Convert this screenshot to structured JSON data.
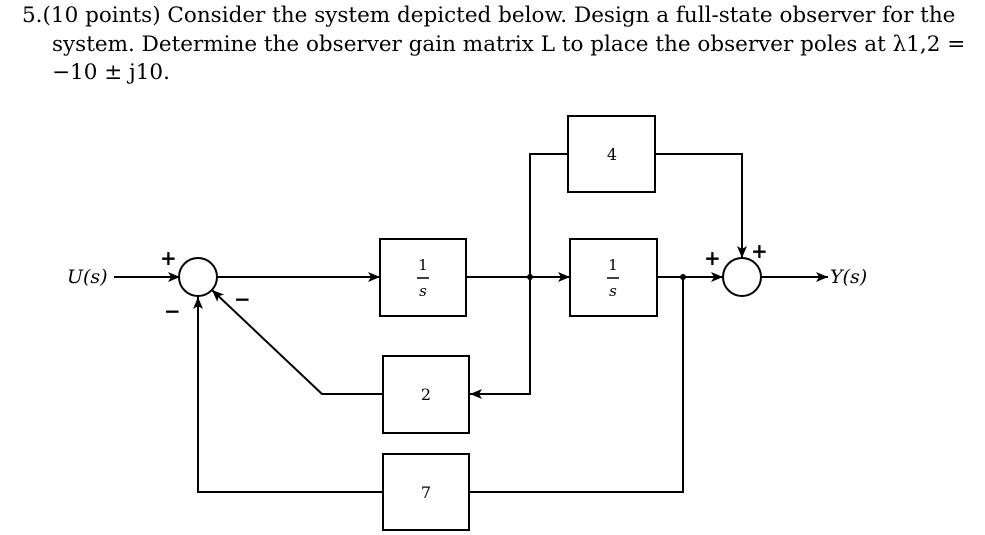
{
  "problem": {
    "number": "5.",
    "line1": "(10 points) Consider the system depicted below. Design a full-state observer for the",
    "line2": "system. Determine the observer gain matrix L to place the observer poles at λ1,2 =",
    "line3": "−10 ± j10."
  },
  "diagram": {
    "input_label": "U(s)",
    "output_label": "Y(s)",
    "blocks": {
      "integrator1": {
        "num": "1",
        "den": "s"
      },
      "integrator2": {
        "num": "1",
        "den": "s"
      },
      "gain_top": "4",
      "gain_mid": "2",
      "gain_bottom": "7"
    },
    "signs": {
      "sum1_input": "+",
      "sum1_feedback_inner": "−",
      "sum1_feedback_outer": "−",
      "sum2_left": "+",
      "sum2_top": "+"
    }
  }
}
